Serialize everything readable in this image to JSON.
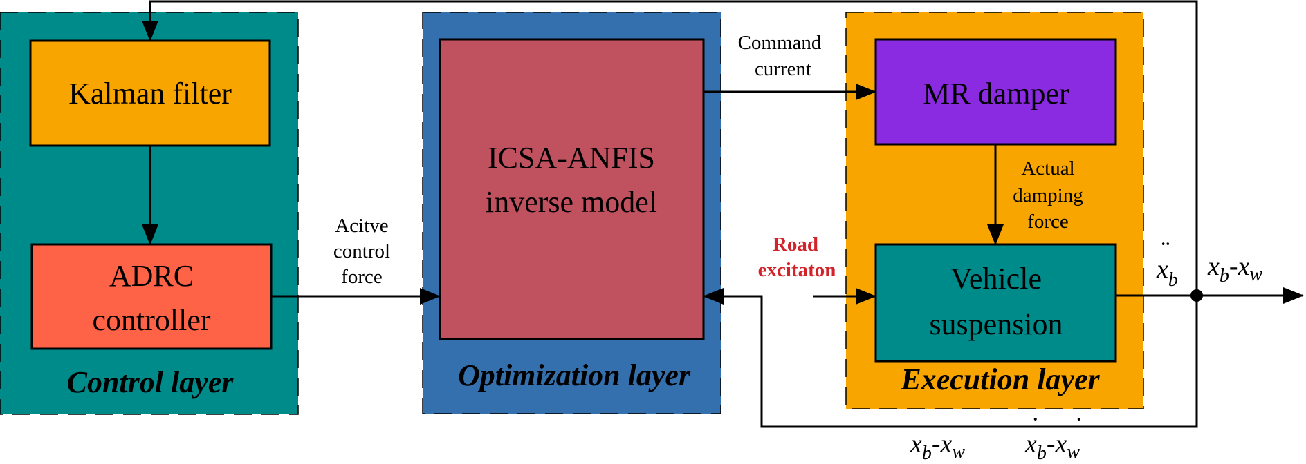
{
  "colors": {
    "control_layer": "#008b8b",
    "optimization_layer": "#3470ad",
    "execution_layer": "#f9a500",
    "kalman_box": "#f9a500",
    "adrc_box": "#ff6347",
    "icsa_box": "#c05260",
    "mr_box": "#8a2be2",
    "vehicle_box": "#008b8b",
    "road_text": "#d2232a"
  },
  "layers": {
    "control": "Control layer",
    "optimization": "Optimization layer",
    "execution": "Execution layer"
  },
  "blocks": {
    "kalman": [
      "Kalman filter"
    ],
    "adrc": [
      "ADRC",
      "controller"
    ],
    "icsa": [
      "ICSA-ANFIS",
      "inverse model"
    ],
    "mr": [
      "MR damper"
    ],
    "vehicle": [
      "Vehicle",
      "suspension"
    ]
  },
  "signals": {
    "active_force": [
      "Acitve",
      "control",
      "force"
    ],
    "command_current": [
      "Command",
      "current"
    ],
    "actual_damping": [
      "Actual",
      "damping",
      "force"
    ],
    "road_excitation": [
      "Road",
      "excitaton"
    ],
    "accel": {
      "base": "x",
      "dot": "¨",
      "sub": "b"
    },
    "output": {
      "a": "x",
      "a_sub": "b",
      "sep": "-",
      "b": "x",
      "b_sub": "w"
    },
    "fb_disp": {
      "a": "x",
      "a_sub": "b",
      "sep": "-",
      "b": "x",
      "b_sub": "w"
    },
    "fb_vel": {
      "a": "x",
      "a_sub": "b",
      "sep": "-",
      "b": "x",
      "b_sub": "w",
      "dot": "˙"
    }
  }
}
